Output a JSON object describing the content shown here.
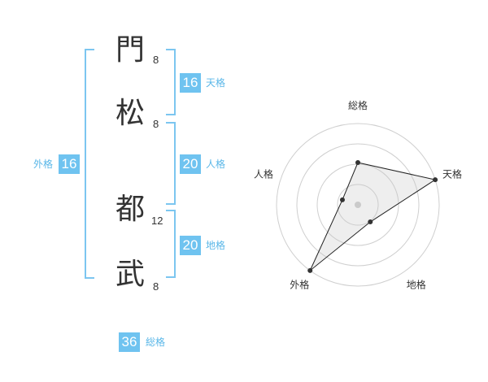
{
  "name": {
    "chars": [
      {
        "char": "門",
        "strokes": "8"
      },
      {
        "char": "松",
        "strokes": "8"
      },
      {
        "char": "都",
        "strokes": "12"
      },
      {
        "char": "武",
        "strokes": "8"
      }
    ]
  },
  "kakusu": {
    "tenkaku": {
      "value": "16",
      "label": "天格"
    },
    "jinkaku": {
      "value": "20",
      "label": "人格"
    },
    "chikaku": {
      "value": "20",
      "label": "地格"
    },
    "gaikaku": {
      "value": "16",
      "label": "外格"
    },
    "soukaku": {
      "value": "36",
      "label": "総格"
    }
  },
  "colors": {
    "accent": "#6fc3f0",
    "bracket": "#7cc6f0",
    "label": "#5ab7e8"
  },
  "chart_data": {
    "type": "radar",
    "axes": [
      "総格",
      "天格",
      "地格",
      "外格",
      "人格"
    ],
    "values": [
      2.6,
      5,
      1.3,
      5,
      1
    ],
    "max": 5,
    "rings": 4,
    "grid": true
  }
}
